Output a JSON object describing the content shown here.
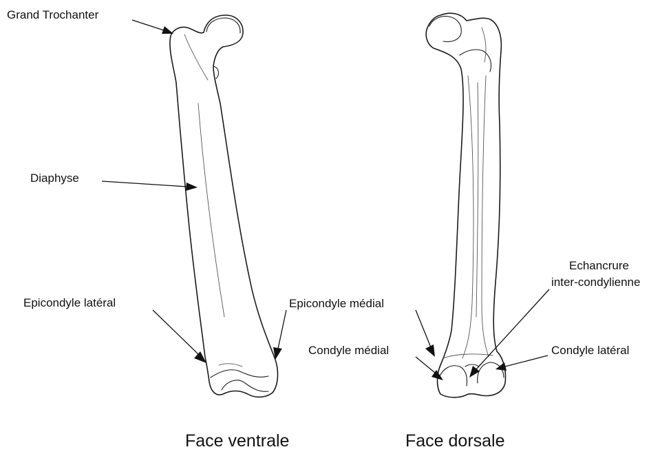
{
  "labels": {
    "grand_trochanter": "Grand Trochanter",
    "diaphyse": "Diaphyse",
    "epicondyle_lateral": "Epicondyle latéral",
    "epicondyle_medial": "Epicondyle médial",
    "condyle_medial": "Condyle médial",
    "echancrure_line1": "Echancrure",
    "echancrure_line2": "inter-condylienne",
    "condyle_lateral": "Condyle latéral"
  },
  "captions": {
    "ventral": "Face ventrale",
    "dorsal": "Face dorsale"
  }
}
